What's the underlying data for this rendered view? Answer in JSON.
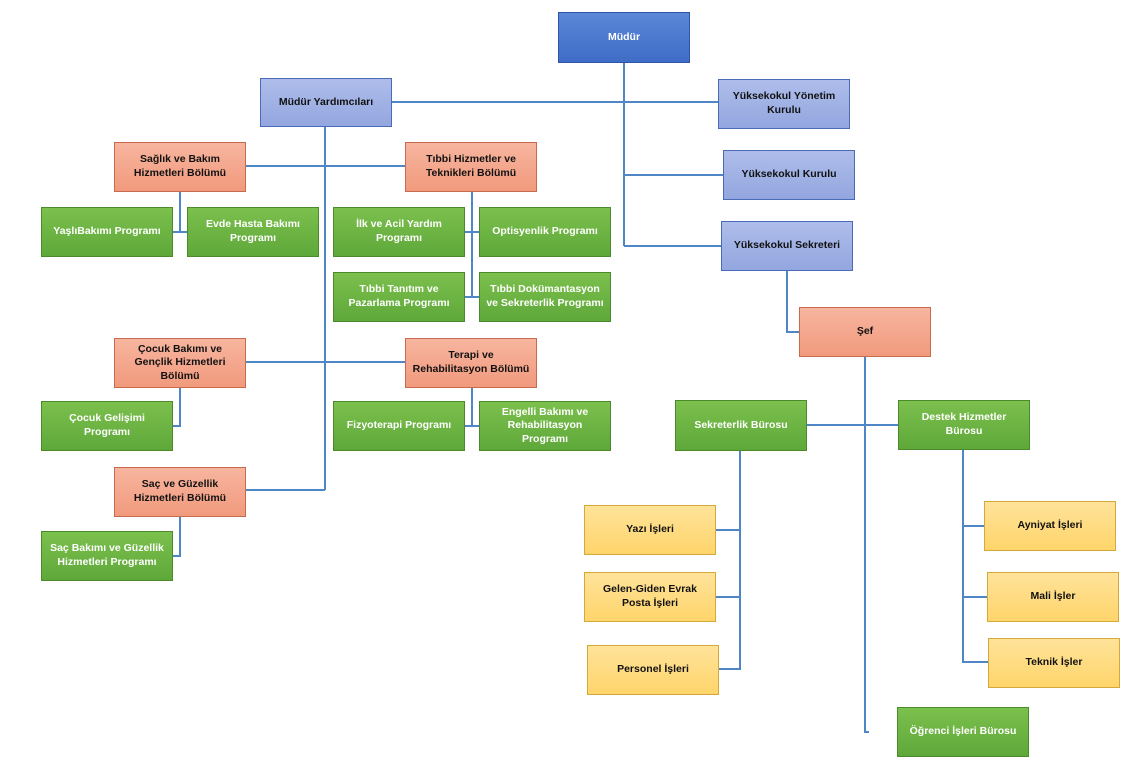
{
  "nodes": {
    "mudur": "Müdür",
    "mudur_yardimcilari": "Müdür Yardımcıları",
    "yonetim_kurulu": "Yüksekokul Yönetim Kurulu",
    "yuksekokul_kurulu": "Yüksekokul Kurulu",
    "yuksekokul_sekreteri": "Yüksekokul Sekreteri",
    "saglik_bakim": "Sağlık ve Bakım Hizmetleri Bölümü",
    "tibbi_hizmetler": "Tıbbi Hizmetler ve Teknikleri Bölümü",
    "yasli_bakimi": "YaşlıBakımı Programı",
    "evde_hasta": "Evde Hasta Bakımı Programı",
    "ilk_acil": "İlk ve Acil Yardım Programı",
    "optisyenlik": "Optisyenlik Programı",
    "tibbi_tanitim": "Tıbbi Tanıtım ve Pazarlama Programı",
    "tibbi_dokumantasyon": "Tıbbi Dokümantasyon ve Sekreterlik Programı",
    "cocuk_bakimi": "Çocuk Bakımı ve Gençlik Hizmetleri Bölümü",
    "terapi": "Terapi ve Rehabilitasyon Bölümü",
    "cocuk_gelisimi": "Çocuk Gelişimi Programı",
    "fizyoterapi": "Fizyoterapi Programı",
    "engelli_bakimi": "Engelli Bakımı ve Rehabilitasyon Programı",
    "sac_guzellik": "Saç ve Güzellik Hizmetleri Bölümü",
    "sac_bakimi": "Saç Bakımı ve Güzellik Hizmetleri Programı",
    "sef": "Şef",
    "sekreterlik_burosu": "Sekreterlik Bürosu",
    "destek_hizmetler": "Destek Hizmetler Bürosu",
    "yazi_isleri": "Yazı İşleri",
    "gelen_giden": "Gelen-Giden Evrak Posta İşleri",
    "personel_isleri": "Personel İşleri",
    "ayniyat_isleri": "Ayniyat İşleri",
    "mali_isler": "Mali İşler",
    "teknik_isler": "Teknik İşler",
    "ogrenci_isleri": "Öğrenci İşleri Bürosu"
  },
  "colors": {
    "connector": "#4f86c6",
    "dark_blue": "#4472c4",
    "light_blue": "#9fb1e3",
    "orange": "#f4a58a",
    "green": "#6ab445",
    "yellow": "#ffd966"
  }
}
